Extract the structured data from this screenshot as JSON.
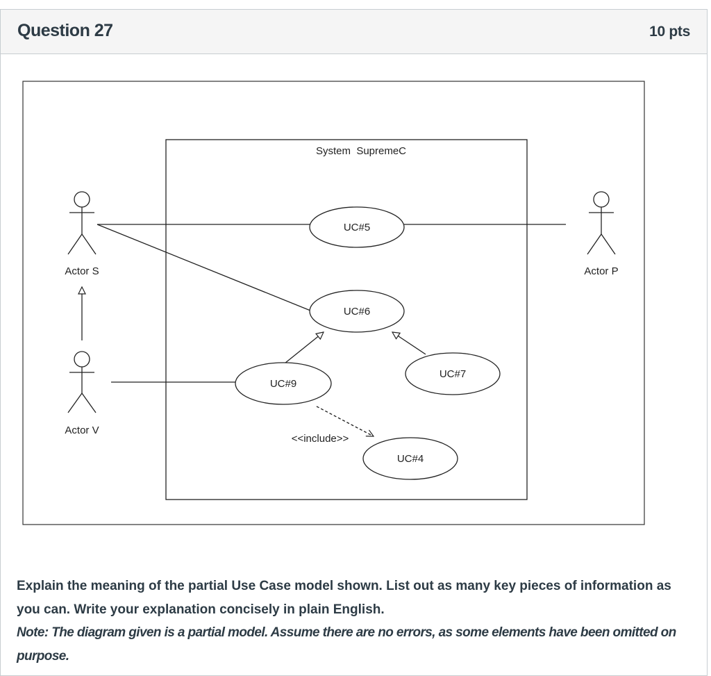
{
  "question": {
    "title": "Question 27",
    "points": "10 pts"
  },
  "diagram": {
    "system_label": "System  SupremeC",
    "actors": {
      "s": "Actor S",
      "p": "Actor P",
      "v": "Actor V"
    },
    "use_cases": {
      "uc5": "UC#5",
      "uc6": "UC#6",
      "uc9": "UC#9",
      "uc7": "UC#7",
      "uc4": "UC#4"
    },
    "include_label": "<<include>>"
  },
  "prompt": {
    "text": "Explain the meaning of the partial Use Case model shown. List out as many key pieces of information as you can. Write your explanation concisely in plain English.",
    "note": "Note: The diagram given is a partial model. Assume there are no errors, as some elements have been omitted on purpose."
  }
}
